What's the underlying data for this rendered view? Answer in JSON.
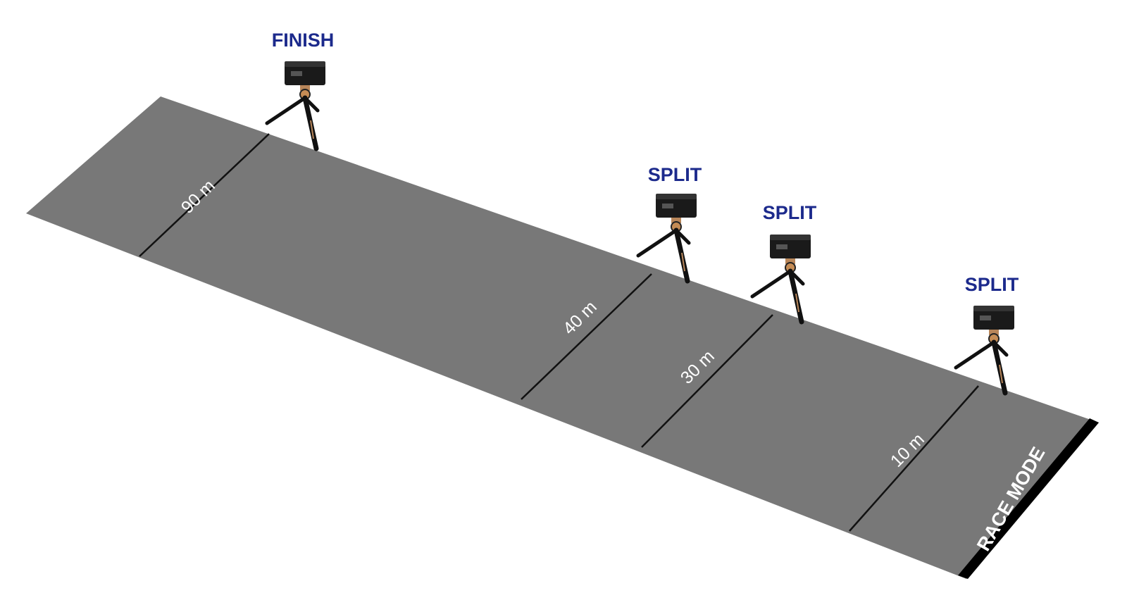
{
  "cameras": [
    {
      "label": "FINISH",
      "role": "finish"
    },
    {
      "label": "SPLIT",
      "role": "split"
    },
    {
      "label": "SPLIT",
      "role": "split"
    },
    {
      "label": "SPLIT",
      "role": "split"
    }
  ],
  "distance_markers": [
    {
      "label": "90 m",
      "distance_m": 90
    },
    {
      "label": "40 m",
      "distance_m": 40
    },
    {
      "label": "30 m",
      "distance_m": 30
    },
    {
      "label": "10 m",
      "distance_m": 10
    }
  ],
  "start_line": {
    "label": "RACE MODE"
  },
  "colors": {
    "track": "#787878",
    "line": "#111111",
    "start_bar": "#000000",
    "camera_label": "#1c2a8c",
    "marker_text": "#ffffff"
  },
  "icons": {
    "camera": "timing-camera-on-tripod-icon"
  }
}
